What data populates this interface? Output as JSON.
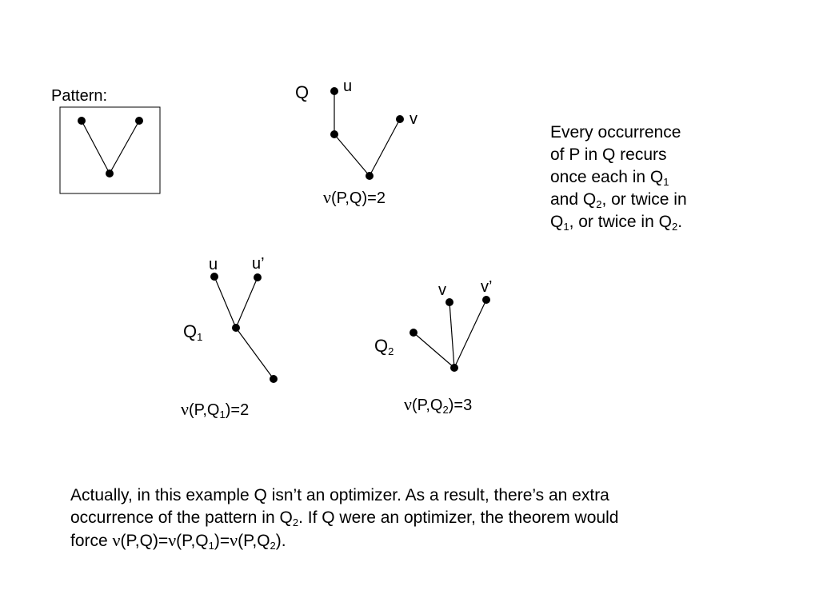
{
  "pattern": {
    "label": "Pattern:"
  },
  "q": {
    "name": "Q",
    "u_label": "u",
    "v_label": "v",
    "nu_symbol": "ν",
    "nu_args": "(P,Q)=2"
  },
  "q1": {
    "name": "Q",
    "name_sub": "1",
    "u_label": "u",
    "u2_label": "u’",
    "nu_symbol": "ν",
    "nu_args_pre": "(P,Q",
    "nu_sub": "1",
    "nu_args_post": ")=2"
  },
  "q2": {
    "name": "Q",
    "name_sub": "2",
    "v_label": "v",
    "v2_label": "v’",
    "nu_symbol": "ν",
    "nu_args_pre": "(P,Q",
    "nu_sub": "2",
    "nu_args_post": ")=3"
  },
  "side_note": {
    "line1": "Every occurrence",
    "line2": "of P in Q recurs",
    "line3_pre": "once each in Q",
    "line3_sub": "1",
    "line4_pre": "and Q",
    "line4_sub": "2",
    "line4_post": ", or twice in",
    "line5_pre": "Q",
    "line5_sub1": "1",
    "line5_mid": ", or twice in Q",
    "line5_sub2": "2",
    "line5_post": "."
  },
  "bottom_text": {
    "line1": "Actually, in this example Q isn’t an optimizer.  As a result, there’s an extra",
    "line2_pre": "occurrence of the pattern in Q",
    "line2_sub": "2",
    "line2_post": ".  If Q were an optimizer, the theorem would",
    "line3_pre": "force ",
    "nu": "ν",
    "line3_a": "(P,Q)=",
    "line3_b": "(P,Q",
    "sub1": "1",
    "line3_c": ")=",
    "line3_d": "(P,Q",
    "sub2": "2",
    "line3_e": ")."
  }
}
